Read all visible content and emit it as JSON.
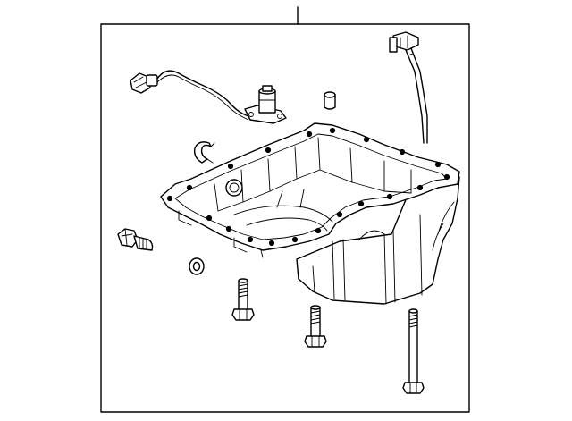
{
  "diagram": {
    "parts": [
      {
        "id": "oil-pan",
        "icon": "oil-pan-icon"
      },
      {
        "id": "oil-level-sensor",
        "icon": "sensor-icon"
      },
      {
        "id": "sensor-harness",
        "icon": "wire-connector-icon"
      },
      {
        "id": "dipstick-tube",
        "icon": "dipstick-tube-icon"
      },
      {
        "id": "retaining-clip",
        "icon": "clip-icon"
      },
      {
        "id": "dowel-pin",
        "icon": "pin-icon"
      },
      {
        "id": "drain-plug",
        "icon": "drain-plug-icon"
      },
      {
        "id": "washer",
        "icon": "washer-icon"
      },
      {
        "id": "bolt-short",
        "icon": "bolt-icon"
      },
      {
        "id": "bolt-medium",
        "icon": "bolt-icon"
      },
      {
        "id": "bolt-long",
        "icon": "bolt-icon"
      }
    ]
  }
}
